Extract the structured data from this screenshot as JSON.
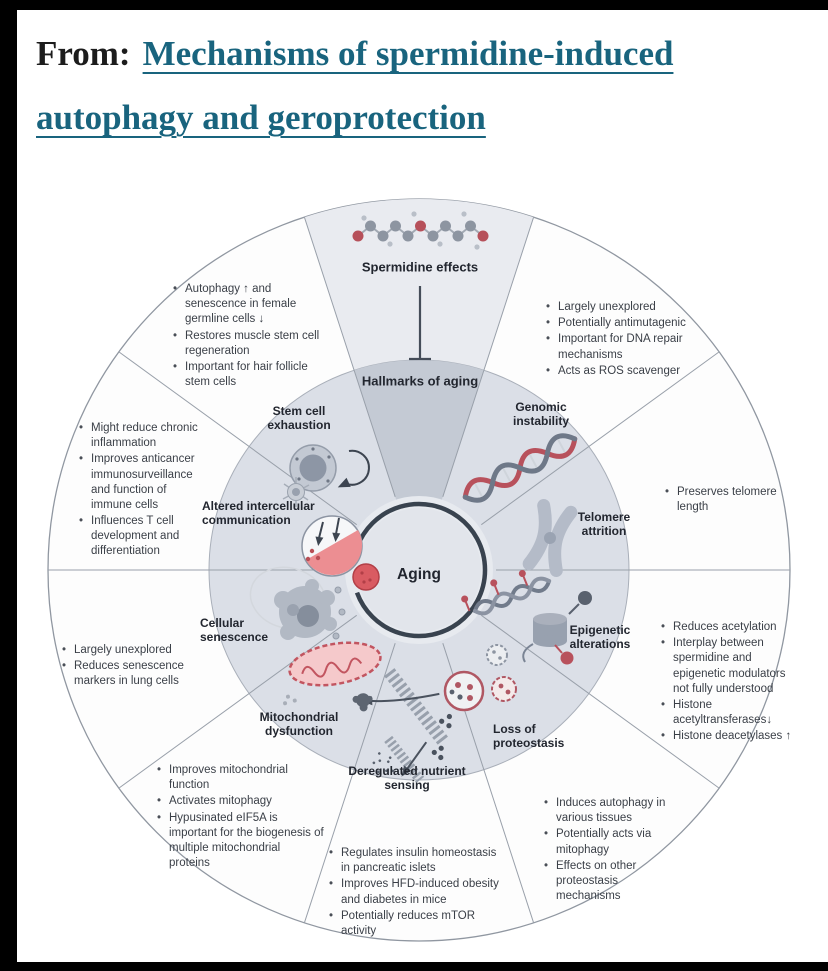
{
  "header": {
    "prefix": "From:",
    "title_link": "Mechanisms of spermidine-induced autophagy and geroprotection"
  },
  "diagram": {
    "top_wedge_label": "Spermidine effects",
    "top_icon": "spermidine-molecule-icon",
    "hallmarks_label": "Hallmarks of aging",
    "center_label": "Aging",
    "sections": [
      {
        "id": "genomic-instability",
        "label": "Genomic instability",
        "icon": "dna-helix-icon",
        "bullets": [
          "Largely unexplored",
          "Potentially antimutagenic",
          "Important for DNA repair mechanisms",
          "Acts as ROS scavenger"
        ]
      },
      {
        "id": "telomere-attrition",
        "label": "Telomere attrition",
        "icon": "chromosome-icon",
        "bullets": [
          "Preserves telomere length"
        ]
      },
      {
        "id": "epigenetic-alterations",
        "label": "Epigenetic alterations",
        "icon": "histone-dna-icon",
        "bullets": [
          "Reduces acetylation",
          "Interplay between spermidine and epigenetic modulators not fully understood",
          "Histone acetyltransferases↓",
          "Histone deacetylases ↑"
        ]
      },
      {
        "id": "loss-of-proteostasis",
        "label": "Loss of proteostasis",
        "icon": "vesicles-icon",
        "bullets": [
          "Induces autophagy in various tissues",
          "Potentially acts via mitophagy",
          "Effects on other proteostasis mechanisms"
        ]
      },
      {
        "id": "deregulated-nutrient-sensing",
        "label": "Deregulated nutrient sensing",
        "icon": "membrane-transport-icon",
        "bullets": [
          "Regulates insulin homeostasis in pancreatic islets",
          "Improves HFD-induced obesity and diabetes in mice",
          "Potentially reduces mTOR activity"
        ]
      },
      {
        "id": "mitochondrial-dysfunction",
        "label": "Mitochondrial dysfunction",
        "icon": "mitochondria-icon",
        "bullets": [
          "Improves mitochondrial function",
          "Activates mitophagy",
          "Hypusinated eIF5A is important for the biogenesis of multiple mitochondrial proteins"
        ]
      },
      {
        "id": "cellular-senescence",
        "label": "Cellular senescence",
        "icon": "senescent-cell-icon",
        "bullets": [
          "Largely unexplored",
          "Reduces senescence markers in lung cells"
        ]
      },
      {
        "id": "altered-intercellular-communication",
        "label": "Altered intercellular communication",
        "icon": "cell-vesicle-icon",
        "bullets": [
          "Might reduce chronic inflammation",
          "Improves anticancer immunosurveillance and function of immune cells",
          "Influences T cell development and differentiation"
        ]
      },
      {
        "id": "stem-cell-exhaustion",
        "label": "Stem cell exhaustion",
        "icon": "stem-cell-icon",
        "bullets": [
          "Autophagy ↑ and senescence in female germline cells ↓",
          "Restores muscle stem cell regeneration",
          "Important for hair follicle stem cells"
        ]
      }
    ],
    "colors": {
      "link_teal": "#19647e",
      "outer_ring": "#fdfdfd",
      "spermidine_wedge": "#e9ebf0",
      "inner_disc": "#dbdfe7",
      "hallmarks_sector": "#c4cad4",
      "aging_ring": "#39434f",
      "accent_red": "#bf5560"
    }
  }
}
